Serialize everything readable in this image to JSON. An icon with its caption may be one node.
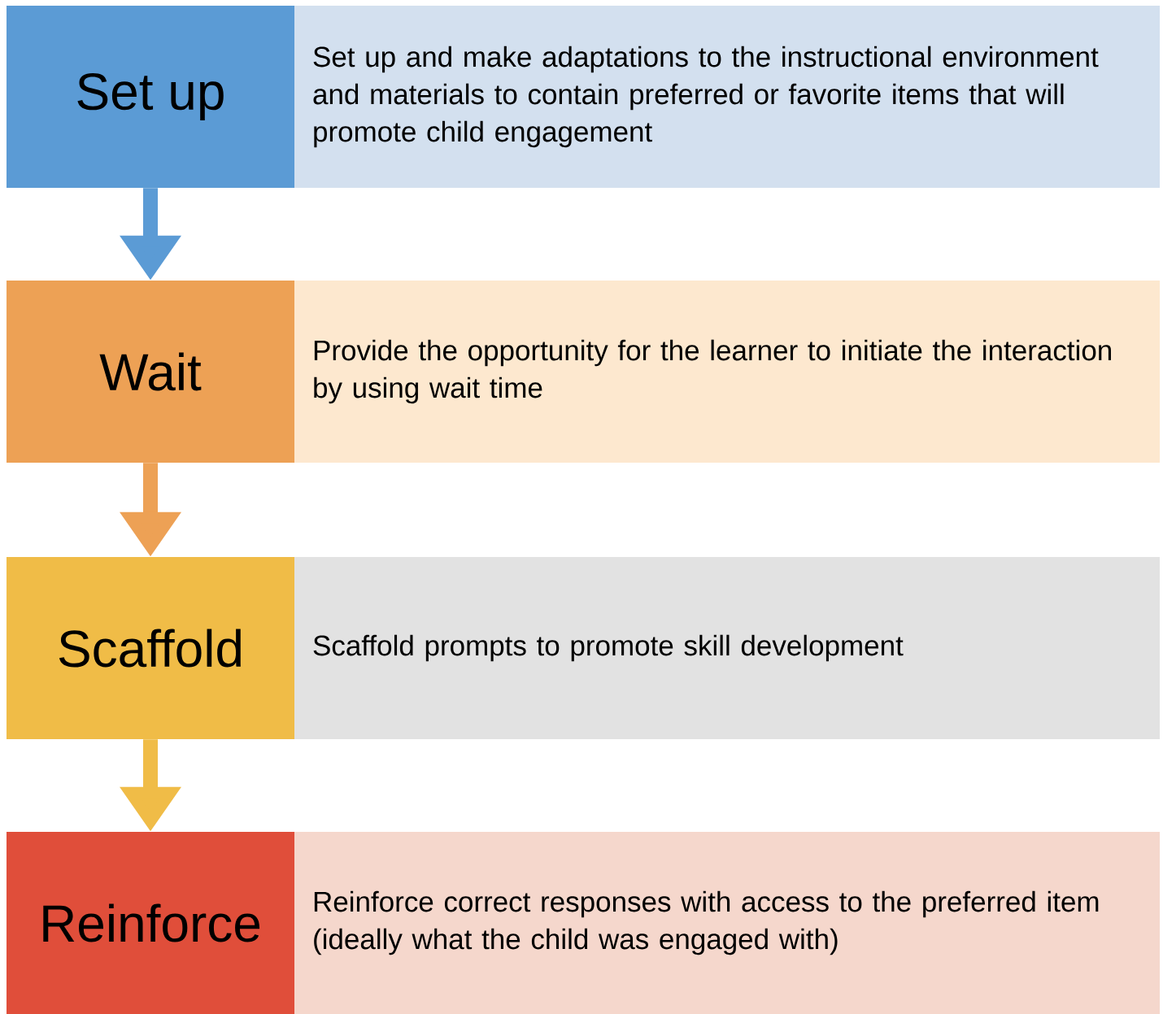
{
  "diagram": {
    "nodes": [
      {
        "text": [
          "Set up"
        ]
      },
      {
        "text": [
          "Set up and make adaptations to the instructional environment and materials to contain preferred or favorite items that will promote child engagement"
        ]
      },
      {
        "text": [
          "Wait"
        ]
      },
      {
        "text": [
          "Provide the opportunity for the learner to initiate the interaction by using wait time"
        ]
      },
      {
        "text": [
          "Scaffold"
        ]
      },
      {
        "text": [
          "Scaffold prompts to promote skill development"
        ]
      },
      {
        "text": [
          "Reinforce"
        ]
      },
      {
        "text": [
          "Reinforce correct responses with access to the preferred item (ideally what the child was engaged with)"
        ]
      }
    ],
    "edges": [
      {
        "from": 0,
        "to": 2,
        "arrow": "to",
        "color": "#5b9bd5"
      },
      {
        "from": 2,
        "to": 4,
        "arrow": "to",
        "color": "#eda155"
      },
      {
        "from": 4,
        "to": 6,
        "arrow": "to",
        "color": "#f0bc47"
      }
    ]
  }
}
